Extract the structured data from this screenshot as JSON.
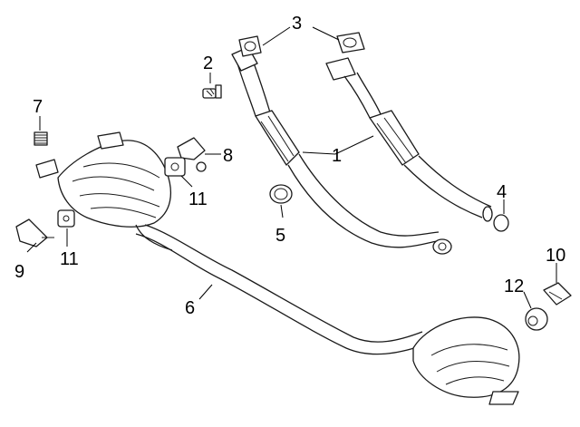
{
  "callouts": [
    {
      "id": "p1",
      "label": "1"
    },
    {
      "id": "p2",
      "label": "2"
    },
    {
      "id": "p3",
      "label": "3"
    },
    {
      "id": "p4",
      "label": "4"
    },
    {
      "id": "p5",
      "label": "5"
    },
    {
      "id": "p6",
      "label": "6"
    },
    {
      "id": "p7",
      "label": "7"
    },
    {
      "id": "p8",
      "label": "8"
    },
    {
      "id": "p9",
      "label": "9"
    },
    {
      "id": "p10",
      "label": "10"
    },
    {
      "id": "p11a",
      "label": "11"
    },
    {
      "id": "p11b",
      "label": "11"
    },
    {
      "id": "p12",
      "label": "12"
    }
  ]
}
